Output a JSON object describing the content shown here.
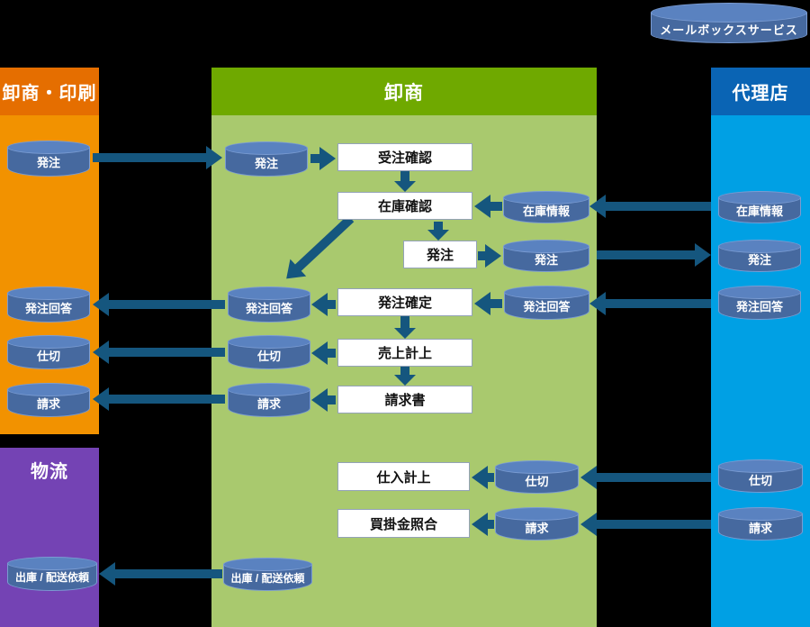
{
  "colors": {
    "background": "#000000",
    "arrow": "#15567e",
    "lane_orange_header": "#e56e00",
    "lane_orange_body": "#f29200",
    "lane_green_header": "#6fa900",
    "lane_green_body": "#a9c96e",
    "lane_blue_header": "#0a64b4",
    "lane_blue_body": "#00a0e4",
    "lane_purple": "#7443b4",
    "cylinder_body": "#46699f",
    "cylinder_top": "#5a82c0",
    "process_box_bg": "#ffffff"
  },
  "mailbox_service": {
    "label": "メールボックスサービス"
  },
  "lanes": {
    "wholesaler_print": {
      "title": "卸商・印刷"
    },
    "logistics": {
      "title": "物流"
    },
    "wholesaler": {
      "title": "卸商"
    },
    "agent": {
      "title": "代理店"
    }
  },
  "datastores": {
    "wp_order": "発注",
    "wp_order_reply": "発注回答",
    "wp_invoice_cut": "仕切",
    "wp_billing": "請求",
    "lg_shipping": "出庫 / 配送依頼",
    "ws_order_in": "発注",
    "ws_stock_info": "在庫情報",
    "ws_order_out": "発注",
    "ws_order_reply_out": "発注回答",
    "ws_order_reply_in": "発注回答",
    "ws_invoice_cut_out": "仕切",
    "ws_billing_out": "請求",
    "ws_invoice_cut_in": "仕切",
    "ws_billing_in": "請求",
    "ws_shipping": "出庫 / 配送依頼",
    "ag_stock_info": "在庫情報",
    "ag_order": "発注",
    "ag_order_reply": "発注回答",
    "ag_invoice_cut": "仕切",
    "ag_billing": "請求"
  },
  "processes": {
    "order_receipt_check": "受注確認",
    "stock_check": "在庫確認",
    "order": "発注",
    "order_confirm": "発注確定",
    "sales_posting": "売上計上",
    "invoice": "請求書",
    "purchase_posting": "仕入計上",
    "payable_matching": "買掛金照合"
  }
}
